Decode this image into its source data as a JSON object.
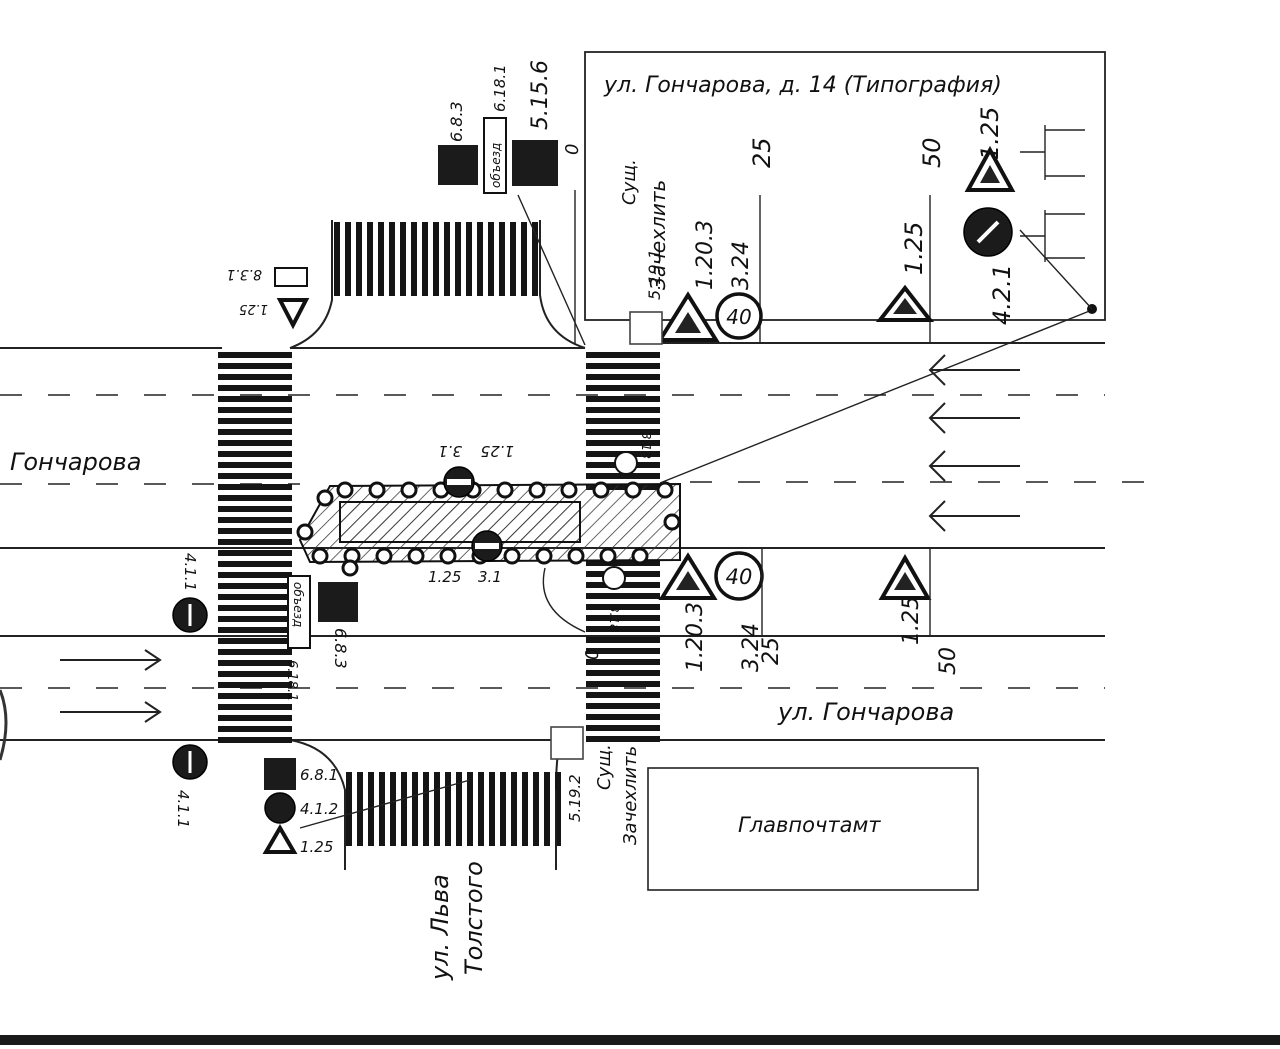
{
  "building_top": {
    "title": "ул. Гончарова, д. 14 (Типография)",
    "note_top": [
      "Сущ.",
      "Зачехлить"
    ],
    "sign_codes": [
      "5.19.1",
      "1.20.3",
      "3.24"
    ],
    "dist_25": "25",
    "dist_50": "50",
    "sign_125_a": "1.25",
    "sign_125_b": "1.25",
    "sign_421": "4.2.1",
    "speed": "40"
  },
  "top_signs": {
    "code_683": "6.8.3",
    "code_6181": "6.18.1",
    "code_5156": "5.15.6",
    "zero": "0",
    "obezd": "объезд",
    "code_831": "8.3.1",
    "code_125": "1.25"
  },
  "street_left": "Гончарова",
  "street_bottom_right": "ул. Гончарова",
  "median": {
    "code_125_top": "1.25",
    "code_31_top": "3.1",
    "code_125_bottom": "1.25",
    "code_31_bottom": "3.1",
    "code_318_top": "3.18",
    "code_318_bottom": "3.18"
  },
  "right_mid": {
    "code_1203": "1.20.3",
    "code_324": "3.24",
    "dist_25": "25",
    "code_125": "1.25",
    "dist_50": "50",
    "zero": "0",
    "speed": "40"
  },
  "left_signs": {
    "code_411_top": "4.1.1",
    "code_411_bottom": "4.1.1",
    "obezd": "объезд",
    "code_683": "6.8.3",
    "code_6181": "6.18.1",
    "code_681": "6.8.1",
    "code_412": "4.1.2",
    "code_125": "1.25"
  },
  "bottom": {
    "code_5192": "5.19.2",
    "note": [
      "Сущ.",
      "Зачехлить"
    ],
    "street": [
      "ул. Льва",
      "Толстого"
    ],
    "post_office": "Главпочтамт"
  }
}
